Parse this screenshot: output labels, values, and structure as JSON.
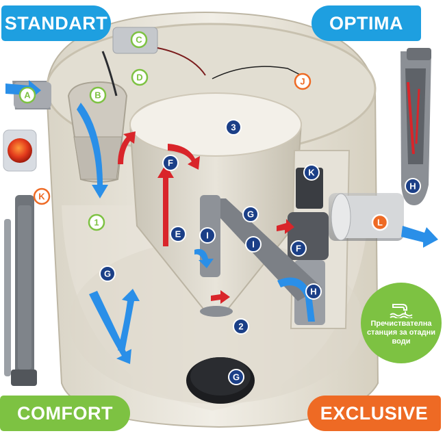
{
  "labels": {
    "standart": "STANDART",
    "optima": "OPTIMA",
    "comfort": "COMFORT",
    "exclusive": "EXCLUSIVE"
  },
  "badge": {
    "text": "Пречиствателна станция за отадни води",
    "icon": "water-tap-icon"
  },
  "markers": {
    "A": "A",
    "B": "B",
    "C": "C",
    "D": "D",
    "E": "E",
    "F": "F",
    "G": "G",
    "H": "H",
    "I": "I",
    "J": "J",
    "K": "K",
    "L": "L",
    "n1": "1",
    "n2": "2",
    "n3": "3"
  },
  "colors": {
    "blue": "#1e9fe0",
    "green": "#7dc242",
    "orange": "#ee6a24",
    "navy": "#1b3f87",
    "tank": "#e9e5da",
    "arrow_blue": "#2a8fe8",
    "arrow_red": "#d9252a"
  }
}
